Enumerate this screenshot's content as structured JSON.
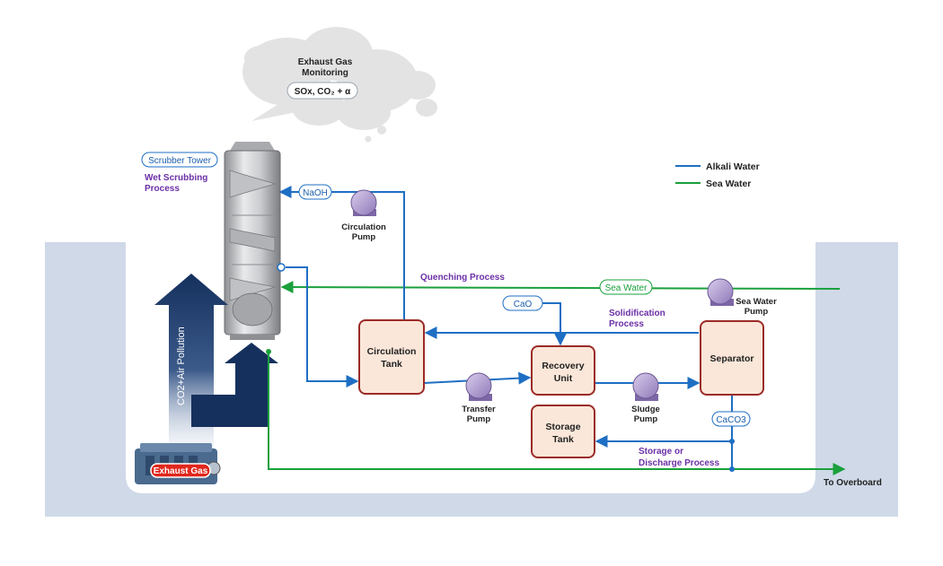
{
  "monitoring": {
    "title_line1": "Exhaust Gas",
    "title_line2": "Monitoring",
    "formula": "SOx, CO₂ + α"
  },
  "scrubber": {
    "tag": "Scrubber Tower",
    "process_line1": "Wet Scrubbing",
    "process_line2": "Process"
  },
  "legend": {
    "alkali": "Alkali Water",
    "sea": "Sea Water",
    "alkali_color": "#1e6fc4",
    "sea_color": "#1aa03c"
  },
  "colors": {
    "box_fill": "#fbe7d9",
    "box_stroke": "#9b2b27",
    "pump": "#b9a6d9",
    "pollution_arrow": "#15305d",
    "water_bg": "#cfd9e8"
  },
  "pollution_label": "CO2+Air Pollution",
  "engine_label": "Exhaust Gas",
  "pills": {
    "naoh": "NaOH",
    "cao": "CaO",
    "sea_water": "Sea Water",
    "caco3": "CaCO3"
  },
  "pumps": {
    "circulation_1": "Circulation",
    "circulation_2": "Pump",
    "transfer_1": "Transfer",
    "transfer_2": "Pump",
    "sludge_1": "Sludge",
    "sludge_2": "Pump",
    "seawater_1": "Sea Water",
    "seawater_2": "Pump"
  },
  "boxes": {
    "circulation_tank_1": "Circulation",
    "circulation_tank_2": "Tank",
    "recovery_unit_1": "Recovery",
    "recovery_unit_2": "Unit",
    "separator": "Separator",
    "storage_tank_1": "Storage",
    "storage_tank_2": "Tank"
  },
  "processes": {
    "quenching": "Quenching  Process",
    "solidification_1": "Solidification",
    "solidification_2": "Process",
    "storage_1": "Storage  or",
    "storage_2": "Discharge  Process"
  },
  "overboard": "To Overboard"
}
